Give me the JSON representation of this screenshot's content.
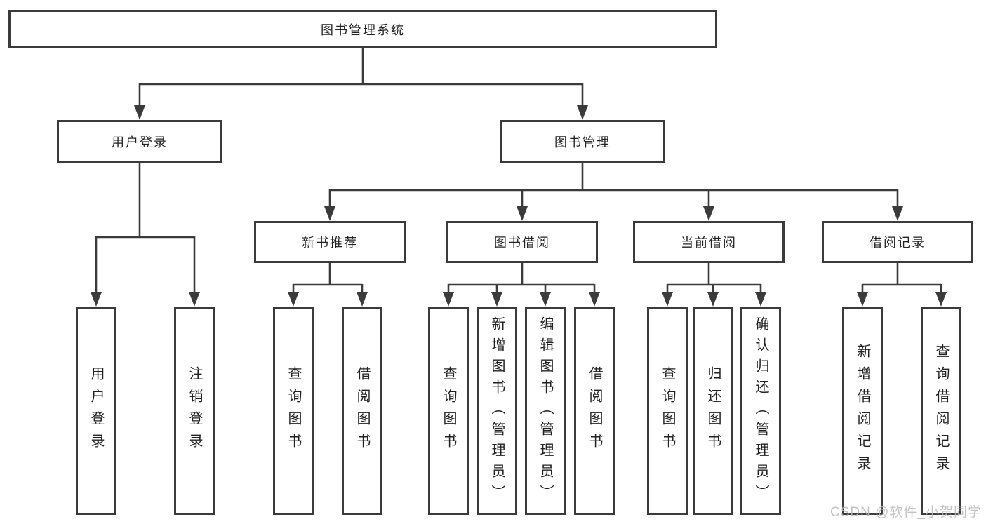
{
  "watermark": {
    "text": "CSDN @软件_小贺同学"
  },
  "tree": {
    "root": {
      "label": "图书管理系统",
      "children": [
        {
          "label": "用户登录",
          "children": [
            {
              "label": "用户登录"
            },
            {
              "label": "注销登录"
            }
          ]
        },
        {
          "label": "图书管理",
          "children": [
            {
              "label": "新书推荐",
              "children": [
                {
                  "label": "查询图书"
                },
                {
                  "label": "借阅图书"
                }
              ]
            },
            {
              "label": "图书借阅",
              "children": [
                {
                  "label": "查询图书"
                },
                {
                  "label": "新增图书（管理员）"
                },
                {
                  "label": "编辑图书（管理员）"
                },
                {
                  "label": "借阅图书"
                }
              ]
            },
            {
              "label": "当前借阅",
              "children": [
                {
                  "label": "查询图书"
                },
                {
                  "label": "归还图书"
                },
                {
                  "label": "确认归还（管理员）"
                }
              ]
            },
            {
              "label": "借阅记录",
              "children": [
                {
                  "label": "新增借阅记录"
                },
                {
                  "label": "查询借阅记录"
                }
              ]
            }
          ]
        }
      ]
    }
  }
}
